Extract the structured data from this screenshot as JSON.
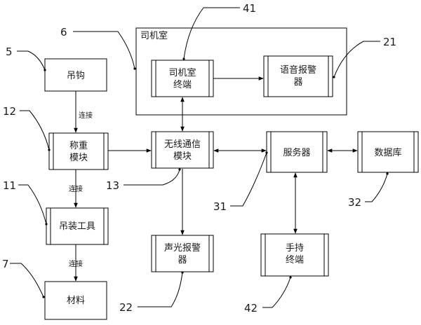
{
  "room": {
    "label": "司机室"
  },
  "blocks": {
    "hook": "吊钩",
    "weigh": [
      "称重",
      "模块"
    ],
    "tool": "吊装工具",
    "material": "材料",
    "cab_terminal": [
      "司机室",
      "终端"
    ],
    "voice_alarm": [
      "语音报警",
      "器"
    ],
    "wireless": [
      "无线通信",
      "模块"
    ],
    "server": "服务器",
    "database": "数据库",
    "sl_alarm": [
      "声光报警",
      "器"
    ],
    "handheld": [
      "手持",
      "终端"
    ]
  },
  "connection_label": "连接",
  "refs": {
    "r5": "5",
    "r12": "12",
    "r11": "11",
    "r7": "7",
    "r6": "6",
    "r41": "41",
    "r21": "21",
    "r13": "13",
    "r31": "31",
    "r32": "32",
    "r22": "22",
    "r42": "42"
  }
}
